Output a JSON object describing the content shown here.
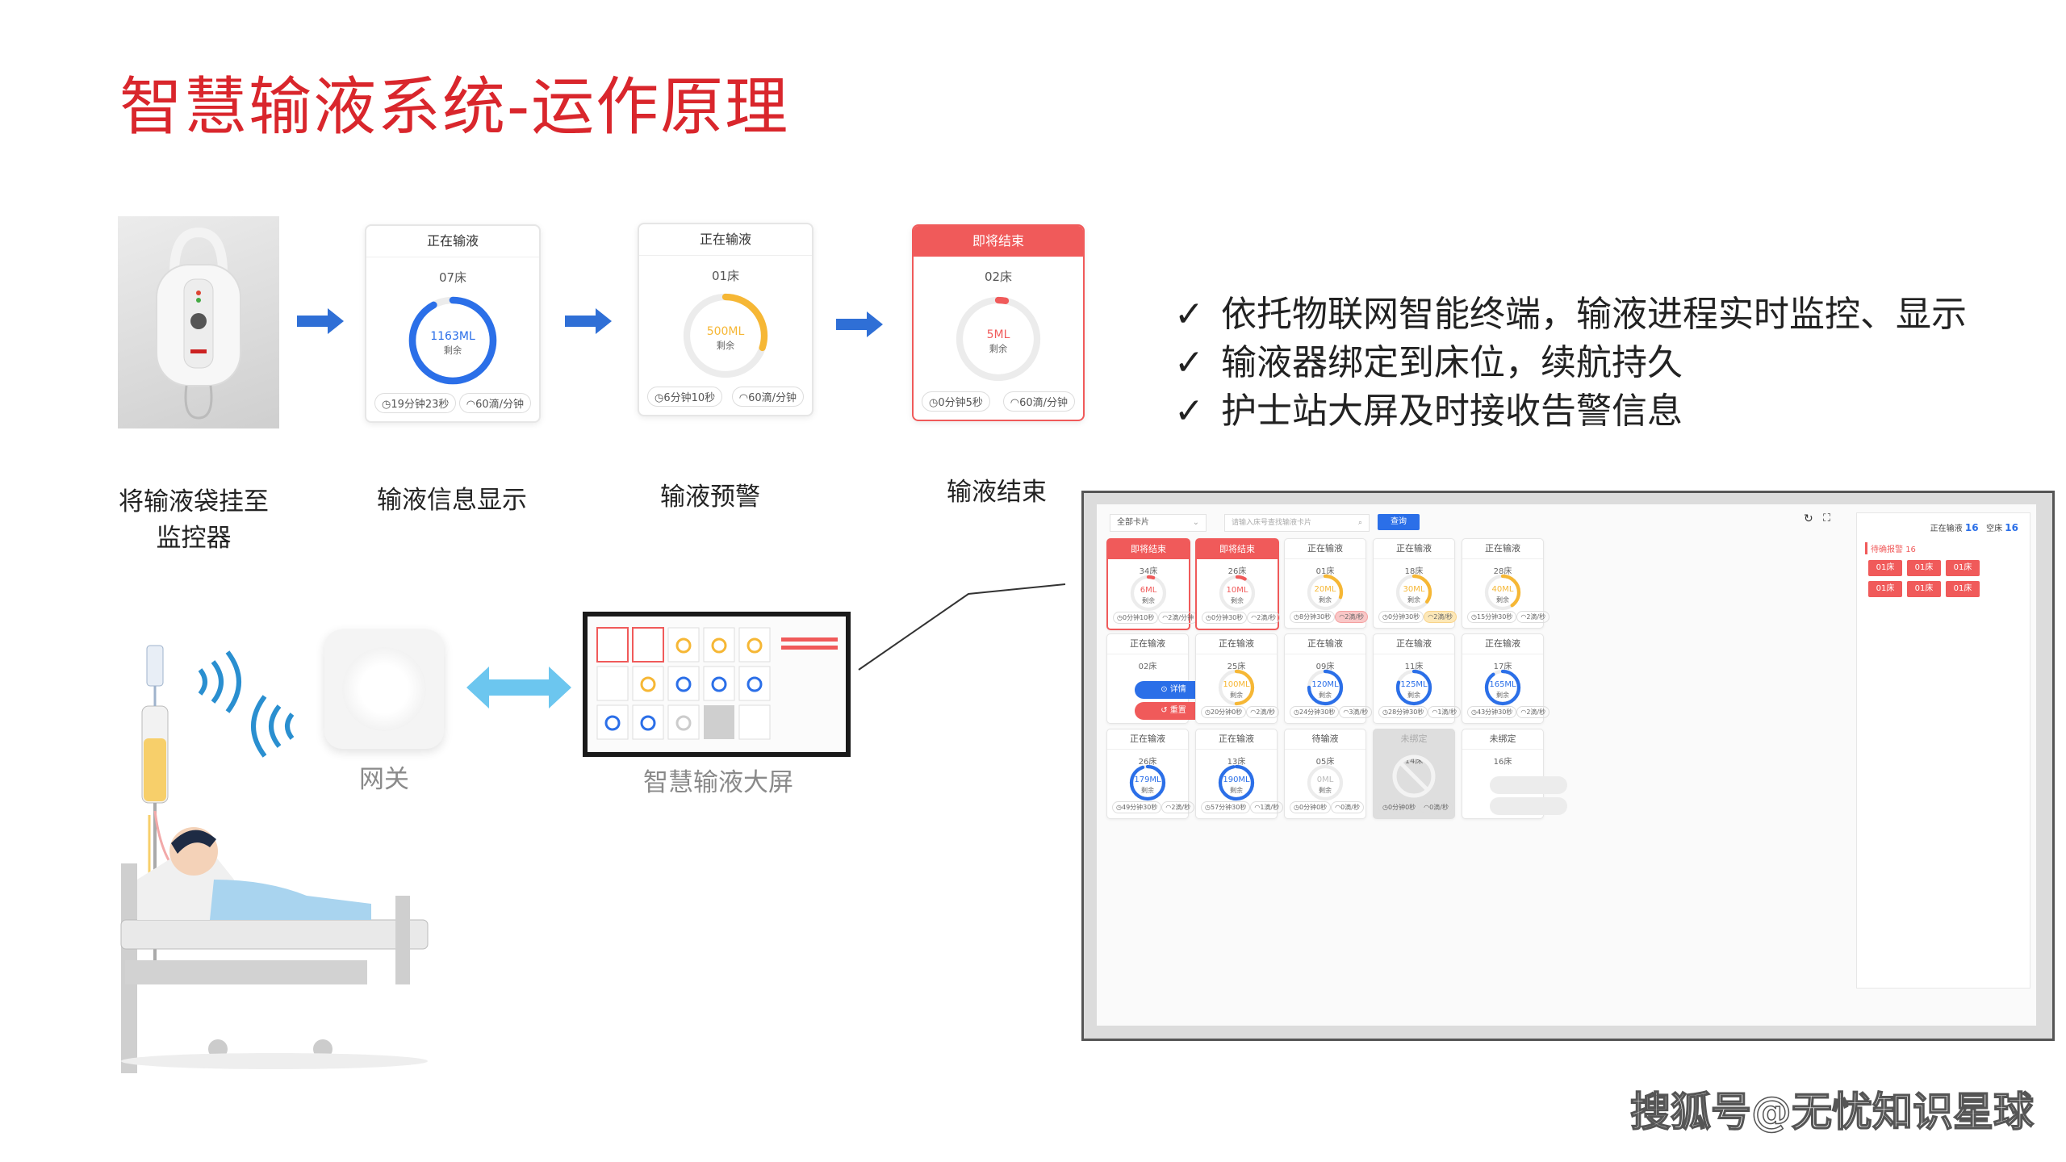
{
  "title": "智慧输液系统-运作原理",
  "colors": {
    "accent_red": "#d9262c",
    "alert_red": "#f05a5a",
    "blue": "#2b6fe8",
    "yellow": "#f6b735",
    "arrow_blue": "#2f6fd6"
  },
  "steps": [
    {
      "caption": "将输液袋挂至监控器",
      "caption_line1": "将输液袋挂至",
      "caption_line2": "监控器"
    },
    {
      "caption": "输液信息显示",
      "status": "正在输液",
      "bed": "07床",
      "volume": "1163ML",
      "remain": "剩余",
      "time": "19分钟23秒",
      "rate": "60滴/分钟",
      "level": 0.92
    },
    {
      "caption": "输液预警",
      "status": "正在输液",
      "bed": "01床",
      "volume": "500ML",
      "remain": "剩余",
      "time": "6分钟10秒",
      "rate": "60滴/分钟",
      "level": 0.3
    },
    {
      "caption": "输液结束",
      "status": "即将结束",
      "bed": "02床",
      "volume": "5ML",
      "remain": "剩余",
      "time": "0分钟5秒",
      "rate": "60滴/分钟",
      "level": 0.03
    }
  ],
  "bullets": [
    "依托物联网智能终端，输液进程实时监控、显示",
    "输液器绑定到床位，续航持久",
    "护士站大屏及时接收告警信息"
  ],
  "gateway_label": "网关",
  "bigscreen_label": "智慧输液大屏",
  "screen": {
    "filter": "全部卡片",
    "search_placeholder": "请输入床号查找输液卡片",
    "search_button": "查询",
    "side_infusing_label": "正在输液",
    "side_infusing_count": "16",
    "side_empty_label": "空床",
    "side_empty_count": "16",
    "side_alert_label": "待确报警",
    "side_alert_count": "16",
    "alert_tags": [
      "01床",
      "01床",
      "01床",
      "01床",
      "01床",
      "01床"
    ],
    "detail_button": "详情",
    "reset_button": "重置",
    "cards": [
      {
        "status": "即将结束",
        "bed": "34床",
        "volume": "6ML",
        "remain": "剩余",
        "time": "0分钟10秒",
        "rate": "2滴/分钟",
        "level": 0.05,
        "kind": "red"
      },
      {
        "status": "即将结束",
        "bed": "26床",
        "volume": "10ML",
        "remain": "剩余",
        "time": "0分钟30秒",
        "rate": "2滴/秒",
        "level": 0.08,
        "kind": "red"
      },
      {
        "status": "正在输液",
        "bed": "01床",
        "volume": "20ML",
        "remain": "剩余",
        "time": "8分钟30秒",
        "rate": "2滴/秒",
        "level": 0.3,
        "kind": "yellow",
        "hot": true
      },
      {
        "status": "正在输液",
        "bed": "18床",
        "volume": "30ML",
        "remain": "剩余",
        "time": "0分钟30秒",
        "rate": "2滴/秒",
        "level": 0.35,
        "kind": "yellow",
        "warm": true
      },
      {
        "status": "正在输液",
        "bed": "28床",
        "volume": "40ML",
        "remain": "剩余",
        "time": "15分钟30秒",
        "rate": "2滴/秒",
        "level": 0.4,
        "kind": "yellow"
      },
      {
        "status": "正在输液",
        "bed": "02床",
        "kind": "buttons"
      },
      {
        "status": "正在输液",
        "bed": "25床",
        "volume": "100ML",
        "remain": "剩余",
        "time": "20分钟0秒",
        "rate": "2滴/秒",
        "level": 0.5,
        "kind": "yellow"
      },
      {
        "status": "正在输液",
        "bed": "09床",
        "volume": "120ML",
        "remain": "剩余",
        "time": "24分钟30秒",
        "rate": "3滴/秒",
        "level": 0.75,
        "kind": "blue"
      },
      {
        "status": "正在输液",
        "bed": "11床",
        "volume": "125ML",
        "remain": "剩余",
        "time": "28分钟30秒",
        "rate": "1滴/秒",
        "level": 0.8,
        "kind": "blue"
      },
      {
        "status": "正在输液",
        "bed": "17床",
        "volume": "165ML",
        "remain": "剩余",
        "time": "43分钟30秒",
        "rate": "2滴/秒",
        "level": 0.9,
        "kind": "blue"
      },
      {
        "status": "正在输液",
        "bed": "26床",
        "volume": "179ML",
        "remain": "剩余",
        "time": "49分钟30秒",
        "rate": "2滴/秒",
        "level": 0.95,
        "kind": "blue"
      },
      {
        "status": "正在输液",
        "bed": "13床",
        "volume": "190ML",
        "remain": "剩余",
        "time": "57分钟30秒",
        "rate": "1滴/秒",
        "level": 0.97,
        "kind": "blue"
      },
      {
        "status": "待输液",
        "bed": "05床",
        "volume": "0ML",
        "remain": "剩余",
        "time": "0分钟0秒",
        "rate": "0滴/秒",
        "level": 0,
        "kind": "idle"
      },
      {
        "status": "未绑定",
        "bed": "14床",
        "time": "0分钟0秒",
        "rate": "0滴/秒",
        "kind": "gray"
      },
      {
        "status": "未绑定",
        "bed": "16床",
        "kind": "unbound"
      }
    ]
  },
  "watermark": "搜狐号@无忧知识星球"
}
